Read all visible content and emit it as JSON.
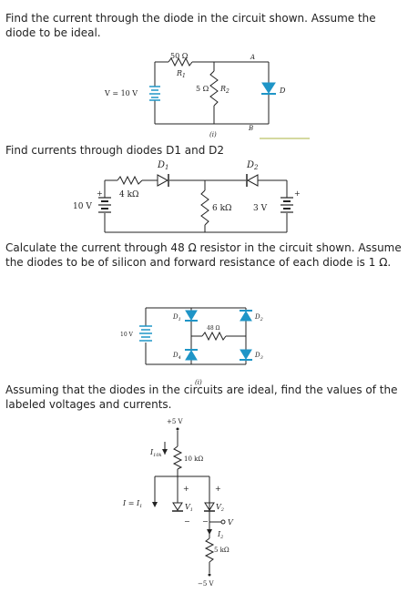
{
  "problems": [
    {
      "text": "Find the current through the diode in the circuit shown. Assume the diode to be ideal.",
      "labels": {
        "r1_value": "50 Ω",
        "r1": "R",
        "r1_sub": "1",
        "r2_value": "5 Ω",
        "r2": "R",
        "r2_sub": "2",
        "v": "V = 10 V",
        "node_a": "A",
        "node_b": "B",
        "diode": "D",
        "caption": "(i)"
      }
    },
    {
      "text": "Find currents through diodes D1 and D2",
      "labels": {
        "d1": "D",
        "d1_sub": "1",
        "d2": "D",
        "d2_sub": "2",
        "r_left": "4 kΩ",
        "v_left": "10 V",
        "r_mid": "6 kΩ",
        "v_right": "3 V",
        "plus": "+"
      }
    },
    {
      "text": "Calculate the current through 48 Ω resistor in the circuit shown. Assume the diodes to be of silicon and forward resistance of each diode is 1 Ω.",
      "labels": {
        "d1": "D",
        "d1_sub": "1",
        "d2": "D",
        "d2_sub": "2",
        "d3": "D",
        "d3_sub": "3",
        "d4": "D",
        "d4_sub": "4",
        "r": "48 Ω",
        "v": "10 V",
        "caption": "(i)"
      }
    },
    {
      "text": "Assuming that the diodes in the circuits are ideal, find the values of the labeled voltages and currents.",
      "labels": {
        "vpos": "+5 V",
        "vneg": "−5 V",
        "i_10k": "I",
        "i_10k_sub": "10k",
        "r_top": "10 kΩ",
        "r_bot": "5 kΩ",
        "i_eq": "I = I",
        "i_eq_sub": "1",
        "v1": "V",
        "v1_sub": "1",
        "v2": "V",
        "v2_sub": "2",
        "i2": "I",
        "i2_sub": "2",
        "v_out": "V",
        "plus": "+",
        "minus": "−"
      }
    }
  ]
}
